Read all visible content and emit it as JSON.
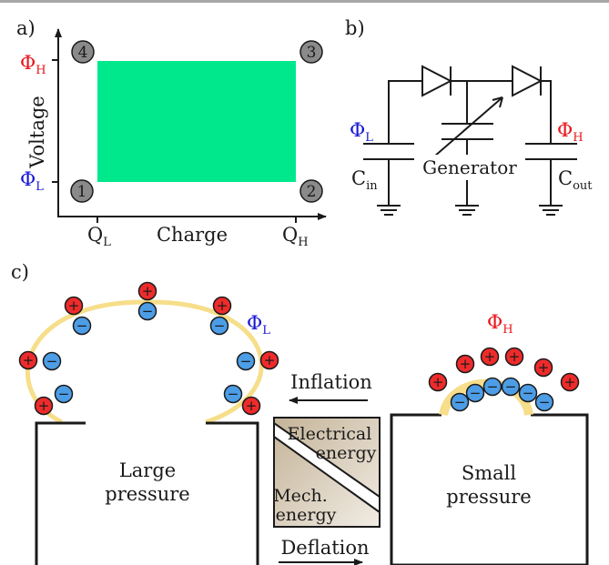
{
  "panel_a": {
    "label": "a)",
    "y_axis_label": "Voltage",
    "x_axis_label": "Charge",
    "y_ticks": {
      "high": {
        "sym": "Φ",
        "sub": "H"
      },
      "low": {
        "sym": "Φ",
        "sub": "L"
      }
    },
    "x_ticks": {
      "low": {
        "sym": "Q",
        "sub": "L"
      },
      "high": {
        "sym": "Q",
        "sub": "H"
      }
    },
    "corners": [
      "1",
      "2",
      "3",
      "4"
    ],
    "region_color": "#00e88c",
    "marker_color": "#8a8a8a"
  },
  "panel_b": {
    "label": "b)",
    "left_voltage": {
      "sym": "Φ",
      "sub": "L"
    },
    "right_voltage": {
      "sym": "Φ",
      "sub": "H"
    },
    "cin": {
      "sym": "C",
      "sub": "in"
    },
    "cout": {
      "sym": "C",
      "sub": "out"
    },
    "generator_label": "Generator"
  },
  "panel_c": {
    "label": "c)",
    "left_voltage": {
      "sym": "Φ",
      "sub": "L"
    },
    "right_voltage": {
      "sym": "Φ",
      "sub": "H"
    },
    "left_chamber": [
      "Large",
      "pressure"
    ],
    "right_chamber": [
      "Small",
      "pressure"
    ],
    "inflation_label": "Inflation",
    "deflation_label": "Deflation",
    "electrical_energy": [
      "Electrical",
      "energy"
    ],
    "mechanical_energy": [
      "Mech.",
      "energy"
    ],
    "plus_sign": "+",
    "minus_sign": "−",
    "membrane_color": "#f6de8a",
    "plus_color": "#ee2b2b",
    "minus_color": "#4c9de6"
  },
  "colors": {
    "red": "#e8141b",
    "blue": "#1515d6"
  }
}
